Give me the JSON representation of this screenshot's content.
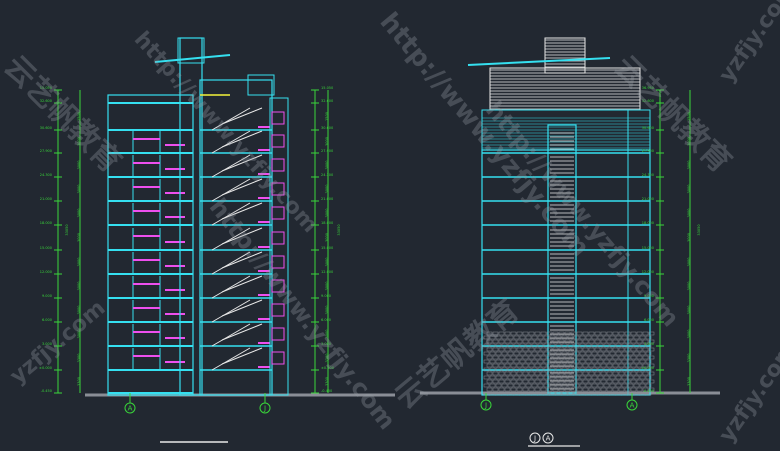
{
  "drawing": {
    "background": "#222831",
    "colors": {
      "structure": "#35e0f0",
      "dimension": "#39d63a",
      "pink": "#ee4fee",
      "white": "#e8e8e8",
      "yellow": "#f4f43a",
      "grey": "#8a8e96"
    },
    "left_elevations": [
      "15.050",
      "32.600",
      "30.600",
      "27.900",
      "24.300",
      "21.000",
      "18.000",
      "15.000",
      "12.000",
      "9.000",
      "6.000",
      "3.000",
      "±0.000",
      "-0.450"
    ],
    "right_elevations": [
      "36.950",
      "32.600",
      "30.600",
      "27.900",
      "24.300",
      "21.000",
      "18.000",
      "15.000",
      "12.000",
      "9.000",
      "6.000",
      "3.000",
      "±0.000",
      "-0.450"
    ],
    "floor_dims": [
      "3300",
      "3300",
      "3000",
      "3000",
      "3000",
      "3000",
      "3000",
      "3000",
      "3000",
      "3000",
      "3000",
      "1500"
    ],
    "total_dim": "33050",
    "axis_labels": {
      "section_left": "A",
      "section_right": "J",
      "elevation_left": "J",
      "elevation_right": "A",
      "elevation_title_1": "J",
      "elevation_title_2": "A"
    },
    "watermarks": [
      "http://www.yzfjy.com",
      "云艺帆教育",
      "yzfjy.com"
    ]
  }
}
